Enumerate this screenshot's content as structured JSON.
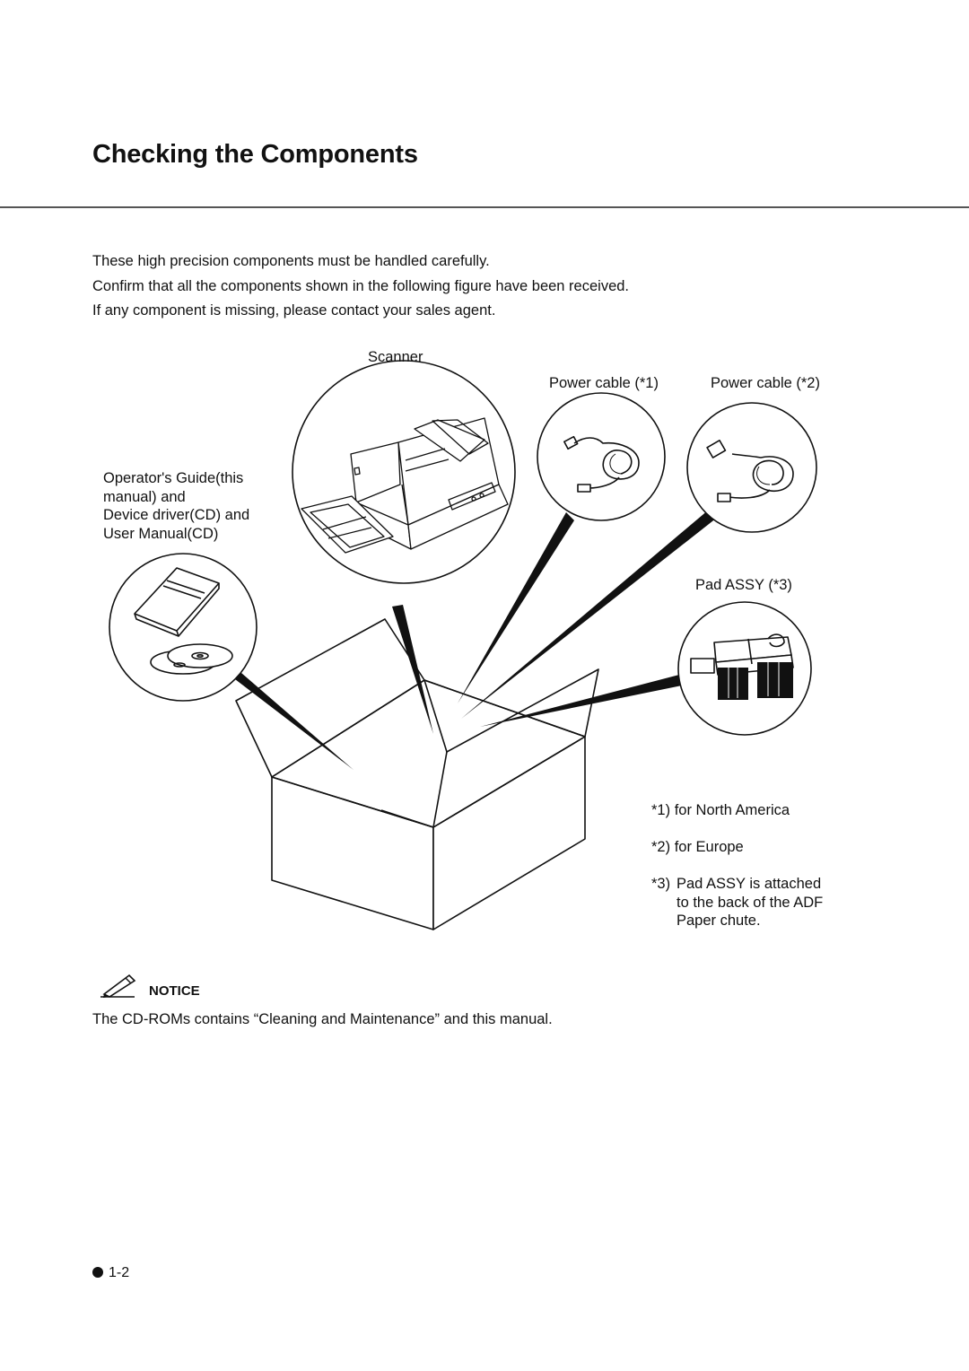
{
  "page": {
    "title": "Checking the Components",
    "intro": [
      "These high precision components must be handled carefully.",
      "Confirm that all the components shown in the following figure have been received.",
      "If any component is missing, please contact your sales agent."
    ]
  },
  "figure": {
    "scanner_label": "Scanner",
    "power_cable_1_label": "Power cable (*1)",
    "power_cable_2_label": "Power cable (*2)",
    "docs_label": [
      "Operator's Guide(this",
      "manual) and",
      "Device driver(CD) and",
      "User Manual(CD)"
    ],
    "pad_label": "Pad ASSY (*3)",
    "notes": [
      {
        "marker": "*1)",
        "text": "for North America"
      },
      {
        "marker": "*2)",
        "text": "for Europe"
      },
      {
        "marker": "*3)",
        "text": "Pad ASSY is attached to the back of the ADF Paper chute."
      }
    ],
    "note3_lines": [
      "Pad ASSY is attached",
      "to the back of the ADF",
      "Paper chute."
    ]
  },
  "notice": {
    "title": "NOTICE",
    "icon": "pencil-notice-icon",
    "text": "The CD-ROMs contains “Cleaning and Maintenance” and this manual."
  },
  "footer": {
    "page_number": "1-2"
  }
}
